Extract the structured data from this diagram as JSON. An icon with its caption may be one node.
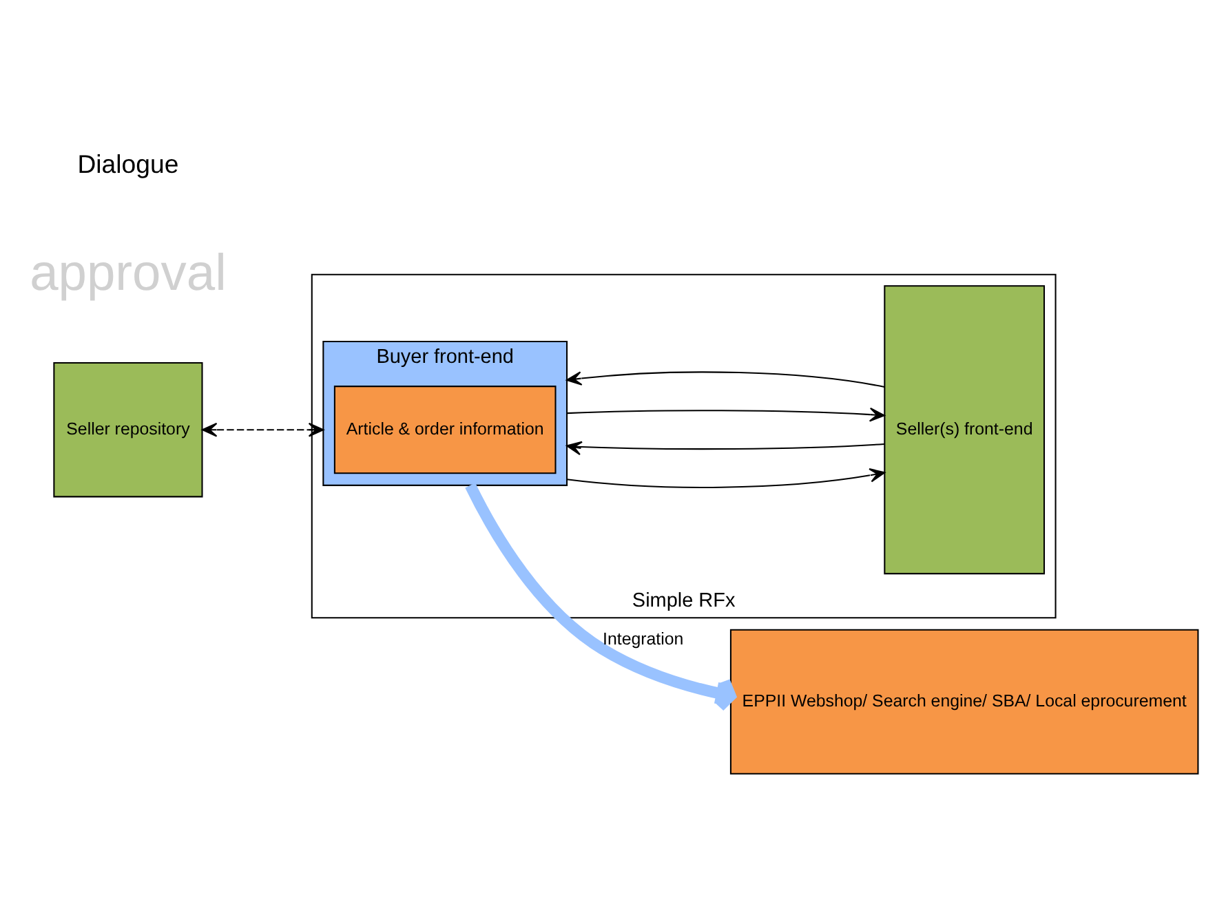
{
  "diagram": {
    "nodes": [
      {
        "text": [
          "Seller repository"
        ]
      },
      {
        "text": [
          "Simple RFx"
        ]
      },
      {
        "text": [
          "Buyer front-end"
        ],
        "in": 1
      },
      {
        "text": [
          "Article & order information"
        ],
        "in": 2
      },
      {
        "text": [
          "Seller(s) front-end"
        ],
        "in": 1
      },
      {
        "text": [
          "EPPII Webshop/ Search engine/ SBA/ Local eprocurement"
        ]
      }
    ],
    "edges": [
      {
        "from": 0,
        "to": 2,
        "arrow": "both",
        "style": "dashed"
      },
      {
        "from": 2,
        "to": 4,
        "arrow": "to"
      },
      {
        "from": 4,
        "to": 2,
        "arrow": "to"
      },
      {
        "from": 2,
        "to": 4,
        "arrow": "to"
      },
      {
        "from": 4,
        "to": 2,
        "arrow": "to"
      },
      {
        "from": 2,
        "to": 5,
        "arrow": "to",
        "label": "Integration",
        "style": "thick",
        "color": "#99c2ff"
      }
    ],
    "labels": [
      "approval",
      "Dialogue"
    ]
  }
}
